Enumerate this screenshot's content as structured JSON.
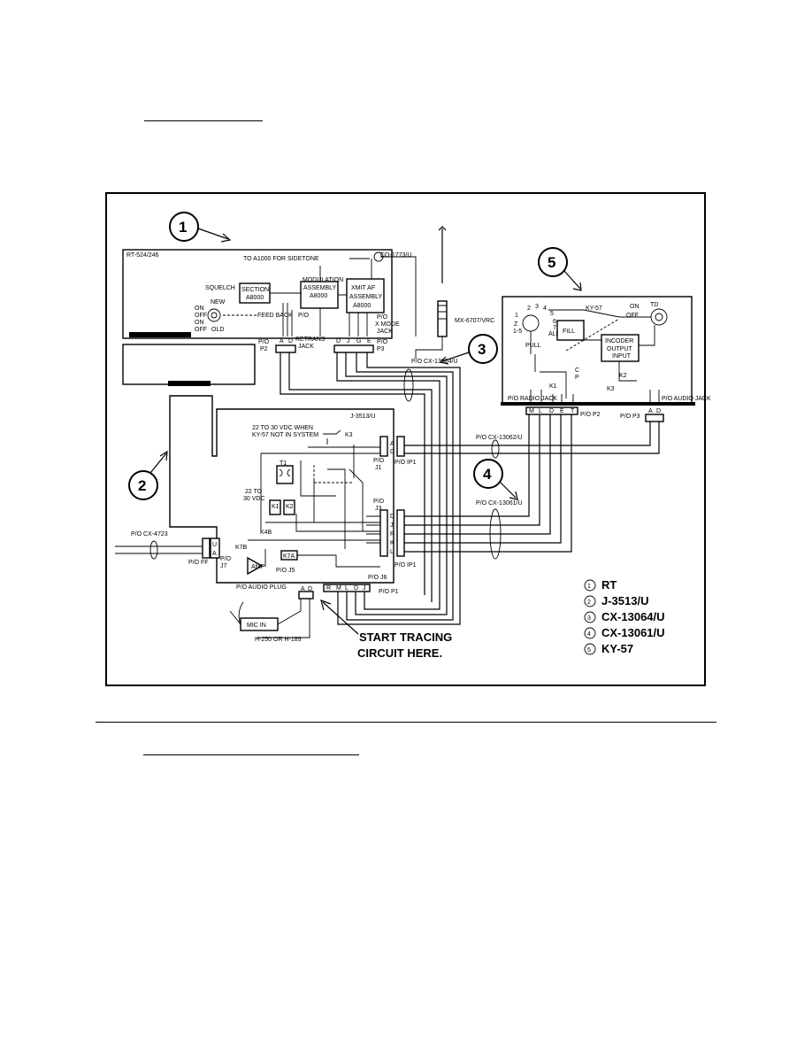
{
  "modules": {
    "rt": {
      "title": "RT-524/246"
    },
    "j3513": {
      "title": "J-3513/U"
    },
    "ky57": {
      "title": "KY-57"
    }
  },
  "callouts": [
    "1",
    "2",
    "3",
    "4",
    "5"
  ],
  "legend": [
    {
      "num": "1",
      "label": "RT"
    },
    {
      "num": "2",
      "label": "J-3513/U"
    },
    {
      "num": "3",
      "label": "CX-13064/U"
    },
    {
      "num": "4",
      "label": "CX-13061/U"
    },
    {
      "num": "5",
      "label": "KY-57"
    }
  ],
  "start_tracing": [
    "START TRACING",
    "CIRCUIT HERE."
  ],
  "labels": {
    "sidetone": "TO A1000 FOR SIDETONE",
    "co": "CO-1773/U",
    "modulation": [
      "MODULATION",
      "ASSEMBLY",
      "A8000"
    ],
    "xmit": [
      "XMIT AF",
      "ASSEMBLY",
      "A8000"
    ],
    "squelch": "SQUELCH",
    "section": [
      "SECTION",
      "A8000"
    ],
    "mode_switch": [
      "ON",
      "NEW",
      "OFF",
      "ON",
      "OFF",
      "OLD"
    ],
    "feedback": "FEED BACK",
    "retrans": [
      "P/O",
      "RETRANS",
      "JACK"
    ],
    "xmode": [
      "P/O",
      "X MODE",
      "JACK"
    ],
    "p2_rt": [
      "P/O",
      "P2"
    ],
    "p3": [
      "P/O",
      "P3"
    ],
    "antenna": "MX-6707/VRC",
    "cx13064": "P/O CX-13064/U",
    "ky_selector": [
      "2",
      "3",
      "4",
      "5",
      "1",
      "6",
      "Z",
      "7",
      "1-5",
      "ALL"
    ],
    "fill": "FILL",
    "pull": "PULL",
    "incoder": [
      "INCODER",
      "OUTPUT",
      "INPUT"
    ],
    "ky_on": "ON",
    "ky_off": "OFF",
    "ky_td": "TD",
    "ky_k1": "K1",
    "ky_k2": "K2",
    "ky_k3": "K3",
    "ky_c": [
      "C",
      "P"
    ],
    "radio_jack": "P/O RADIO JACK",
    "audio_jack": "P/O AUDIO JACK",
    "ky_pins_left": [
      "M",
      "L",
      "D",
      "E",
      "T"
    ],
    "ky_pins_right": [
      "A",
      "D"
    ],
    "po_p2": "P/O P2",
    "po_p3": "P/O P3",
    "j_22_30": [
      "22 TO 30 VDC WHEN",
      "KY-57 NOT IN SYSTEM"
    ],
    "j_k3": "K3",
    "j_t1": "T1",
    "j_22_30b": [
      "22 TO",
      "30 VDC"
    ],
    "j_k1": "K1",
    "j_k2": "K2",
    "j_k4b": "K4B",
    "j_k7b": "K7B",
    "j_amp": "AMP",
    "j_k7a": "K7A",
    "j1": [
      "P/O",
      "J1"
    ],
    "j3": [
      "P/O",
      "J3"
    ],
    "ip1_top": "P/O IP1",
    "ip1_mid": "P/O IP1",
    "j_pins_j1": [
      "A",
      "D"
    ],
    "j_pins_j3": [
      "D",
      "J",
      "R",
      "K",
      "L"
    ],
    "cx13062": "P/O CX-13062/U",
    "cx13061": "P/O CX-13061/U",
    "cx4723": "P/O CX-4723",
    "ff": "P/O FF",
    "j7": [
      "P/O",
      "J7"
    ],
    "j5": "P/O J5",
    "j6": "P/O J6",
    "pp1": "P/O P1",
    "bottom_pins": [
      "R",
      "M",
      "L",
      "D",
      "J"
    ],
    "u_a": [
      "U",
      "A"
    ],
    "audio_plug": "P/O AUDIO PLUG",
    "audio_pins": [
      "A",
      "D"
    ],
    "mic": "MIC IN",
    "handset": "H-250 OR H-189",
    "rt_pins_p2": [
      "A",
      "D"
    ],
    "rt_pins_p3": [
      "D",
      "J",
      "G",
      "E"
    ]
  }
}
